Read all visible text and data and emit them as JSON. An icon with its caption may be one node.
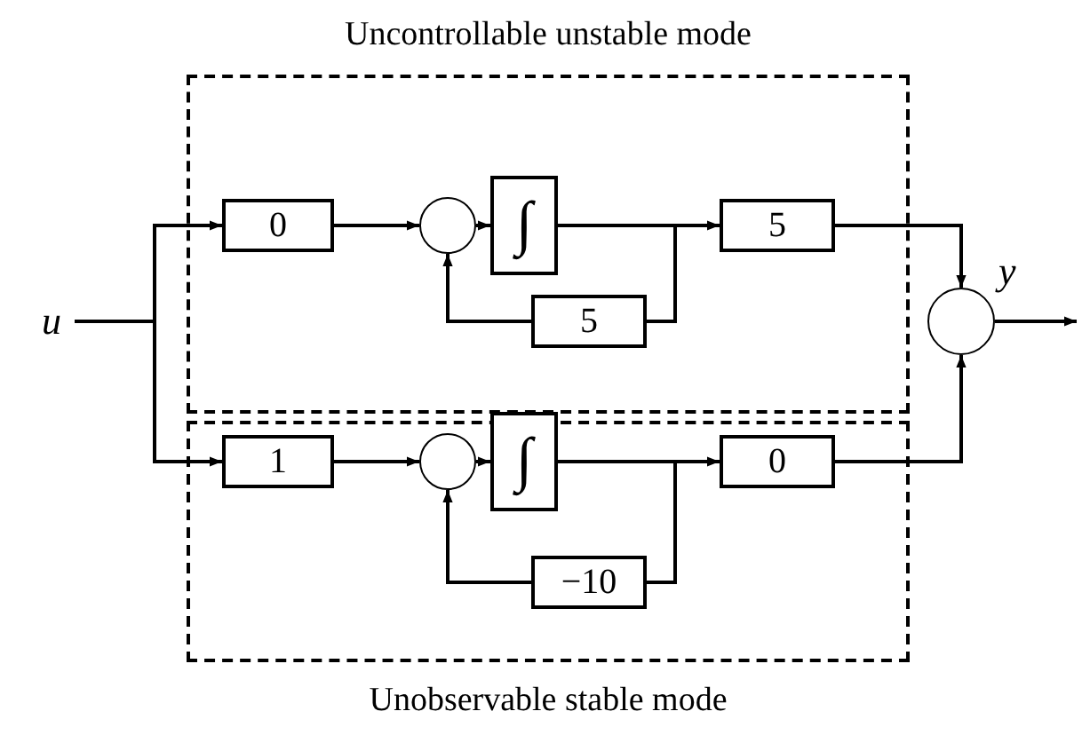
{
  "diagram": {
    "nodes": [
      {
        "text": [
          "Uncontrollable unstable mode"
        ]
      },
      {
        "text": [
          "0"
        ],
        "in": 0
      },
      {
        "text": [],
        "shape": "circle",
        "in": 0
      },
      {
        "text": [
          "∫"
        ],
        "in": 0
      },
      {
        "text": [
          "5"
        ],
        "in": 0
      },
      {
        "text": [
          "5"
        ],
        "in": 0
      },
      {
        "text": [
          "Unobservable stable mode"
        ]
      },
      {
        "text": [
          "1"
        ],
        "in": 6
      },
      {
        "text": [],
        "shape": "circle",
        "in": 6
      },
      {
        "text": [
          "∫"
        ],
        "in": 6
      },
      {
        "text": [
          "−10"
        ],
        "in": 6
      },
      {
        "text": [
          "0"
        ],
        "in": 6
      },
      {
        "text": [
          "u"
        ]
      },
      {
        "text": [],
        "shape": "circle"
      }
    ],
    "edges": [
      {
        "from": 12,
        "to": 1,
        "arrow": "to"
      },
      {
        "from": 12,
        "to": 7,
        "arrow": "to"
      },
      {
        "from": 1,
        "to": 2,
        "arrow": "to"
      },
      {
        "from": 2,
        "to": 3,
        "arrow": "to"
      },
      {
        "from": 3,
        "to": 5,
        "arrow": "to"
      },
      {
        "from": 3,
        "to": 4,
        "arrow": "none"
      },
      {
        "from": 4,
        "to": 2,
        "arrow": "to"
      },
      {
        "from": 5,
        "to": 13,
        "arrow": "to"
      },
      {
        "from": 11,
        "to": 13,
        "arrow": "to"
      },
      {
        "from": 13,
        "to": null,
        "arrow": "to",
        "label": "y"
      },
      {
        "from": 7,
        "to": 8,
        "arrow": "to"
      },
      {
        "from": 8,
        "to": 9,
        "arrow": "to"
      },
      {
        "from": 9,
        "to": 11,
        "arrow": "to"
      },
      {
        "from": 9,
        "to": 10,
        "arrow": "none"
      },
      {
        "from": 10,
        "to": 8,
        "arrow": "to"
      }
    ]
  }
}
